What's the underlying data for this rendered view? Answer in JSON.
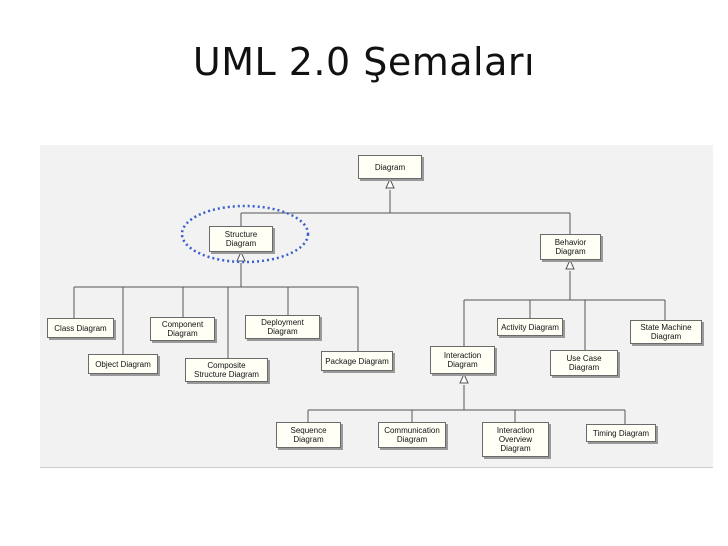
{
  "title": "UML 2.0 Şemaları",
  "diagram": {
    "nodes": {
      "diagram": "Diagram",
      "structure": "Structure\nDiagram",
      "behavior": "Behavior\nDiagram",
      "class": "Class Diagram",
      "component": "Component\nDiagram",
      "deployment": "Deployment\nDiagram",
      "object": "Object Diagram",
      "composite": "Composite\nStructure Diagram",
      "package": "Package Diagram",
      "activity": "Activity Diagram",
      "statemachine": "State Machine\nDiagram",
      "interaction": "Interaction\nDiagram",
      "usecase": "Use Case\nDiagram",
      "sequence": "Sequence\nDiagram",
      "communication": "Communication\nDiagram",
      "interactionoverview": "Interaction\nOverview\nDiagram",
      "timing": "Timing Diagram"
    },
    "highlight": {
      "node": "structure",
      "color": "#3a5fcd",
      "style": "dotted-ellipse"
    },
    "colors": {
      "box_fill": "#fffff6",
      "box_border": "#6a6a6a",
      "line": "#555555",
      "background": "#f2f2f2"
    }
  }
}
